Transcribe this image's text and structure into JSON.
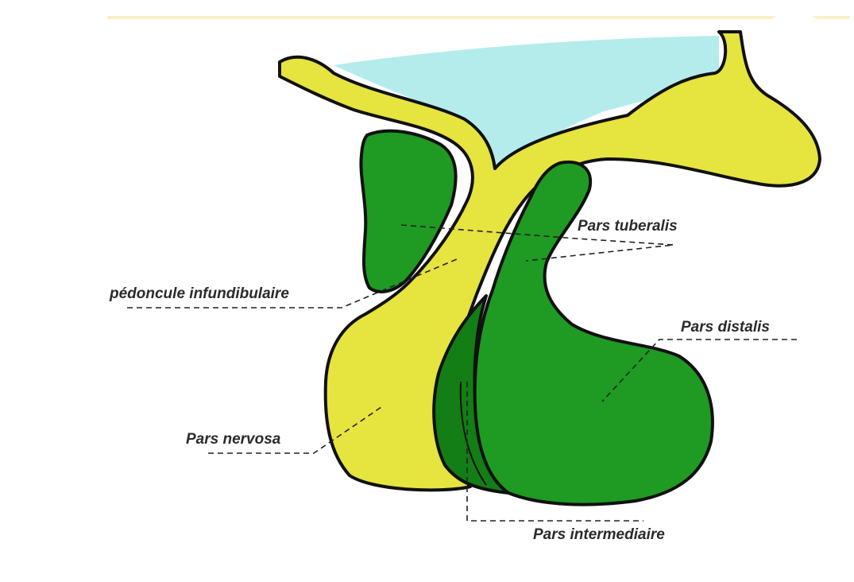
{
  "labels": {
    "pars_tuberalis": "Pars tuberalis",
    "pedoncule": "pédoncule infundibulaire",
    "pars_distalis": "Pars distalis",
    "pars_nervosa": "Pars nervosa",
    "pars_intermediaire": "Pars intermediaire"
  },
  "colors": {
    "background": "#ffffff",
    "top_rule": "#fcefc6",
    "ventricle": "#b4ecec",
    "neural_tissue": "#e6e43e",
    "glandular_tissue": "#1f9a23",
    "intermediate_tissue": "#137d16",
    "outline": "#111111",
    "label_text": "#2b2b2b",
    "leader_line": "#222222"
  }
}
